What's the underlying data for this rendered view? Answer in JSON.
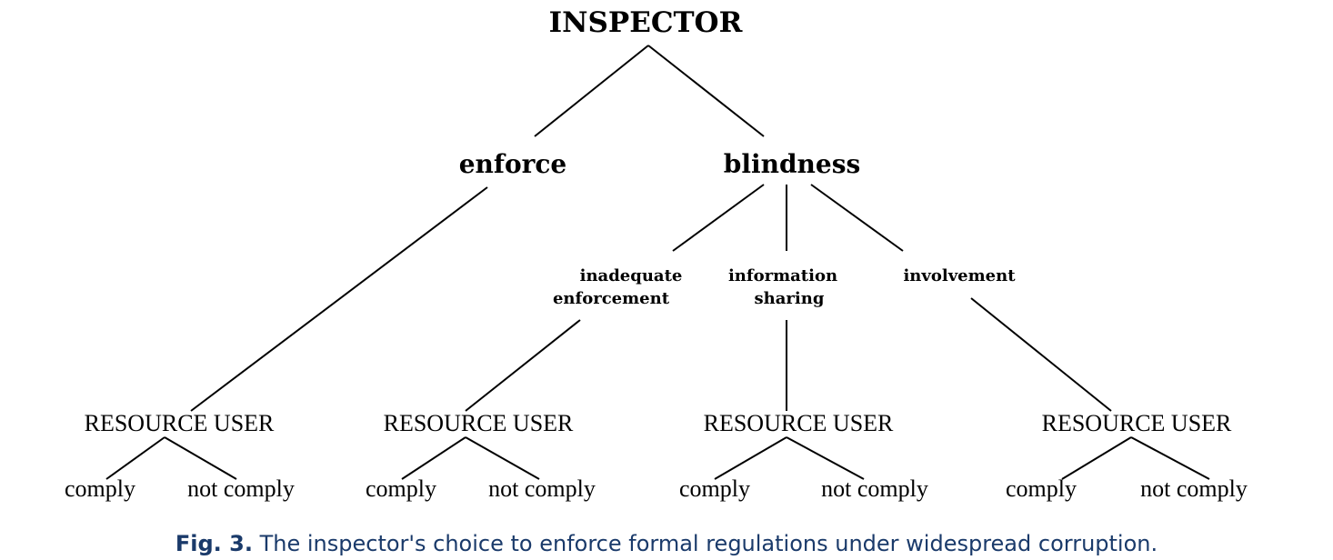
{
  "tree": {
    "root": "INSPECTOR",
    "choices": {
      "enforce": "enforce",
      "blindness": "blindness"
    },
    "blindness_options": {
      "inadequate_enforcement": [
        "inadequate",
        "enforcement"
      ],
      "information_sharing": [
        "information",
        "sharing"
      ],
      "involvement": [
        "involvement"
      ]
    },
    "resource_users": [
      {
        "label": "RESOURCE USER",
        "comply": "comply",
        "not_comply": "not comply"
      },
      {
        "label": "RESOURCE USER",
        "comply": "comply",
        "not_comply": "not comply"
      },
      {
        "label": "RESOURCE USER",
        "comply": "comply",
        "not_comply": "not comply"
      },
      {
        "label": "RESOURCE USER",
        "comply": "comply",
        "not_comply": "not comply"
      }
    ]
  },
  "caption": {
    "label": "Fig. 3.",
    "text": "The inspector's choice to enforce formal regulations under widespread corruption."
  },
  "colors": {
    "lines": "#000000",
    "caption": "#1a3a6a"
  }
}
